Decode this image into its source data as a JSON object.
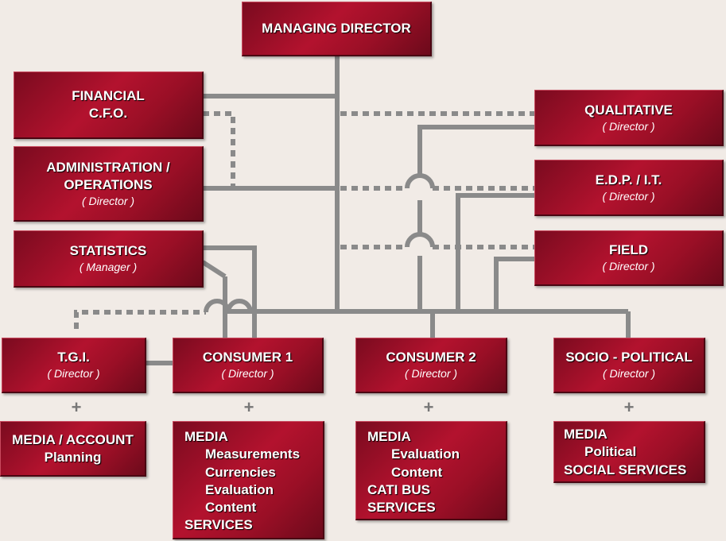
{
  "managing_director": {
    "title": "MANAGING DIRECTOR"
  },
  "financial": {
    "line1": "FINANCIAL",
    "line2": "C.F.O."
  },
  "administration": {
    "line1": "ADMINISTRATION  /",
    "line2": "OPERATIONS",
    "role": "( Director )"
  },
  "statistics": {
    "title": "STATISTICS",
    "role": "( Manager )"
  },
  "qualitative": {
    "title": "QUALITATIVE",
    "role": "( Director )"
  },
  "edp": {
    "title": "E.D.P.  /  I.T.",
    "role": "( Director )"
  },
  "field": {
    "title": "FIELD",
    "role": "( Director )"
  },
  "tgi": {
    "title": "T.G.I.",
    "role": "( Director )"
  },
  "consumer1": {
    "title": "CONSUMER 1",
    "role": "( Director )"
  },
  "consumer2": {
    "title": "CONSUMER 2",
    "role": "( Director )"
  },
  "socio": {
    "title": "SOCIO - POLITICAL",
    "role": "( Director )"
  },
  "plus": "+",
  "tgi_extra": {
    "line1": "MEDIA / ACCOUNT",
    "line2": "Planning"
  },
  "consumer1_extra": {
    "line1": "MEDIA",
    "line2": "Measurements",
    "line3": "Currencies",
    "line4": "Evaluation",
    "line5": "Content",
    "line6": "SERVICES"
  },
  "consumer2_extra": {
    "line1": "MEDIA",
    "line2": "Evaluation",
    "line3": "Content",
    "line4": "CATI BUS",
    "line5": "SERVICES"
  },
  "socio_extra": {
    "line1": "MEDIA",
    "line2": "Political",
    "line3": "SOCIAL SERVICES"
  },
  "colors": {
    "box": "#b3122e",
    "line": "#8a8a8a",
    "background": "#f1ebe6"
  }
}
